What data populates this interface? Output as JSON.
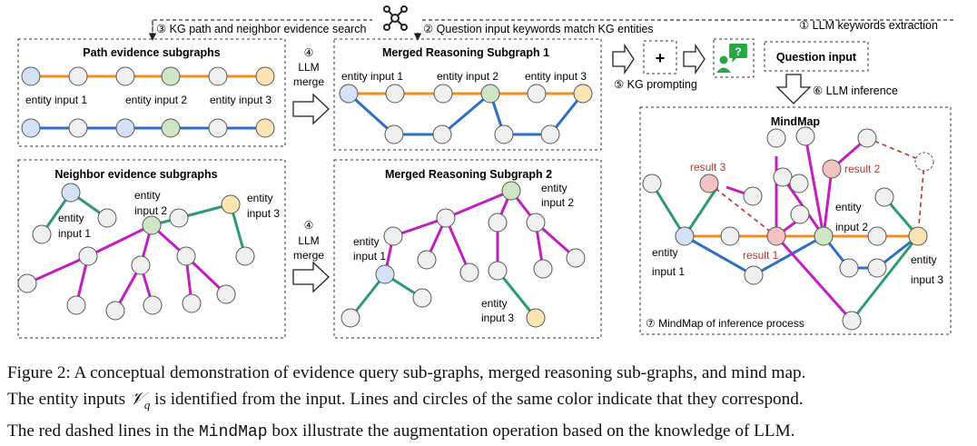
{
  "labels": {
    "step3": "③ KG path and neighbor evidence search",
    "step2": "② Question input keywords match KG entities",
    "step1": "① LLM keywords extraction",
    "step5": "⑤ KG prompting",
    "step6": "⑥ LLM inference",
    "step7": "⑦ MindMap of inference process",
    "step4": "④",
    "llm": "LLM",
    "merge": "merge",
    "plus": "+",
    "question_input": "Question input"
  },
  "titles": {
    "path": "Path evidence subgraphs",
    "neighbor": "Neighbor evidence subgraphs",
    "merged1": "Merged Reasoning Subgraph 1",
    "merged2": "Merged Reasoning Subgraph 2",
    "mindmap": "MindMap"
  },
  "entities": {
    "e1": "entity input 1",
    "e2": "entity input 2",
    "e3": "entity input 3",
    "entity": "entity",
    "in1": "input 1",
    "in2": "input 2",
    "in3": "input 3"
  },
  "results": {
    "r1": "result 1",
    "r2": "result 2",
    "r3": "result 3"
  },
  "caption": {
    "line1": "Figure 2: A conceptual demonstration of evidence query sub-graphs, merged reasoning sub-graphs, and mind map.",
    "line2a": "The entity inputs ",
    "math_v": "𝒱",
    "math_q": "q",
    "line2b": " is identified from the input. Lines and circles of the same color indicate that they correspond.",
    "line3a": "The red dashed lines in the ",
    "line3_mono": "MindMap",
    "line3b": " box illustrate the augmentation operation based on the knowledge of LLM."
  },
  "colors": {
    "orange": "#f28e1c",
    "blue": "#2d6fc0",
    "green": "#2e9a6f",
    "magenta": "#c21fc2",
    "red_dash": "#c0302a",
    "node_gray": "#f0f0f0",
    "node_blue": "#d3e2f7",
    "node_green": "#cfe6c6",
    "node_orange": "#fde4b5",
    "node_red": "#f3c2c2",
    "result_text": "#c0302a",
    "chat_green": "#27a844"
  },
  "icons": [
    "kg-hub-icon",
    "right-arrow-icon",
    "down-arrow-icon",
    "person-chat-icon"
  ]
}
